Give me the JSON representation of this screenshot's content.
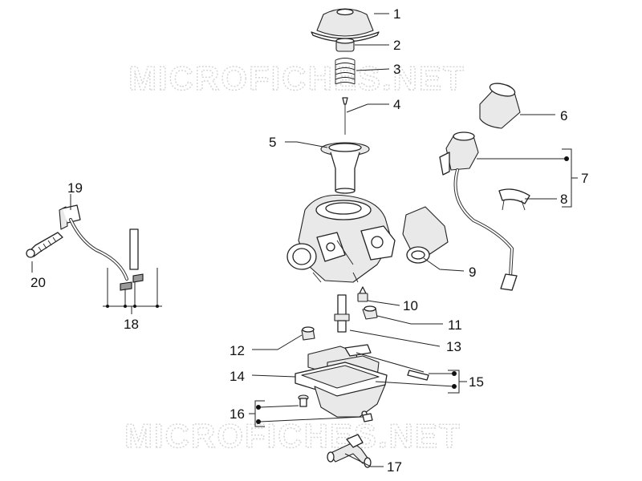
{
  "watermark": "MICROFICHES.NET",
  "callouts": [
    "1",
    "2",
    "3",
    "4",
    "5",
    "6",
    "7",
    "8",
    "9",
    "10",
    "11",
    "12",
    "13",
    "14",
    "15",
    "16",
    "17",
    "18",
    "19",
    "20"
  ]
}
